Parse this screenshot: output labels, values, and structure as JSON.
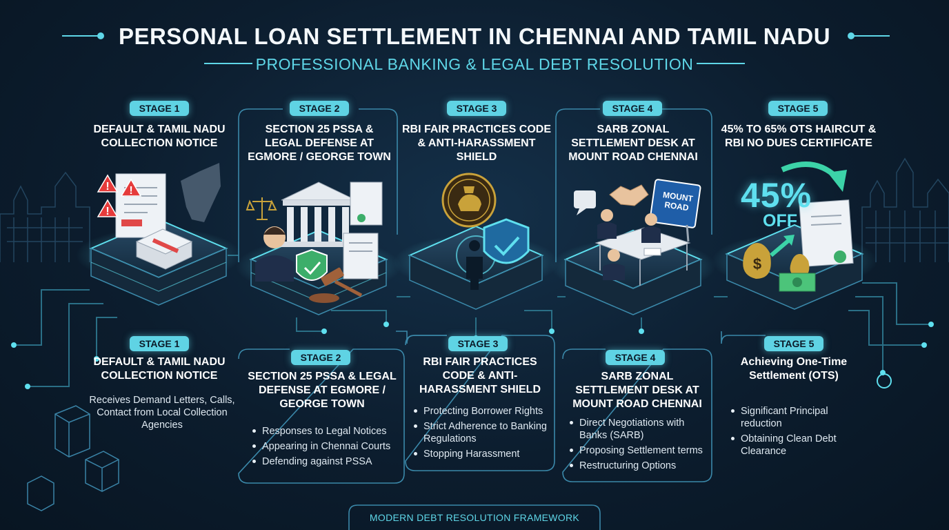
{
  "header": {
    "title": "PERSONAL LOAN SETTLEMENT IN CHENNAI AND TAMIL NADU",
    "subtitle": "PROFESSIONAL BANKING & LEGAL DEBT RESOLUTION"
  },
  "stages": [
    {
      "badge": "STAGE 1",
      "top_title": "DEFAULT & TAMIL NADU COLLECTION NOTICE",
      "bottom_title": "DEFAULT & TAMIL NADU COLLECTION NOTICE",
      "description": "Receives Demand Letters, Calls, Contact from Local Collection Agencies"
    },
    {
      "badge": "STAGE 2",
      "top_title": "SECTION 25 PSSA & LEGAL DEFENSE AT EGMORE / GEORGE TOWN",
      "bottom_title": "SECTION 25 PSSA & LEGAL DEFENSE AT EGMORE / GEORGE TOWN",
      "bullets": [
        "Responses to Legal Notices",
        "Appearing in Chennai Courts",
        "Defending against PSSA"
      ]
    },
    {
      "badge": "STAGE 3",
      "top_title": "RBI FAIR PRACTICES CODE & ANTI-HARASSMENT SHIELD",
      "bottom_title": "RBI FAIR PRACTICES CODE & ANTI-HARASSMENT SHIELD",
      "bullets": [
        "Protecting Borrower Rights",
        "Strict Adherence to Banking Regulations",
        "Stopping Harassment"
      ]
    },
    {
      "badge": "STAGE 4",
      "top_title": "SARB ZONAL SETTLEMENT DESK AT MOUNT ROAD CHENNAI",
      "bottom_title": "SARB ZONAL SETTLEMENT DESK AT MOUNT ROAD CHENNAI",
      "sign_text": "MOUNT ROAD",
      "bullets": [
        "Direct Negotiations with Banks (SARB)",
        "Proposing Settlement terms",
        "Restructuring Options"
      ]
    },
    {
      "badge": "STAGE 5",
      "top_title": "45% to 65% OTS HAIRCUT & RBI NO DUES CERTIFICATE",
      "bottom_title": "Achieving One-Time Settlement (OTS)",
      "graphic_percent": "45%",
      "graphic_off": "OFF",
      "bullets": [
        "Significant Principal reduction",
        "Obtaining Clean Debt Clearance"
      ]
    }
  ],
  "footer": {
    "label": "MODERN DEBT RESOLUTION FRAMEWORK"
  },
  "colors": {
    "accent": "#5fd3e4",
    "background": "#0c1d2e",
    "warning": "#e53b3b",
    "gold": "#c9a23a"
  },
  "icons": [
    "warning-icon",
    "document-icon",
    "tamil-nadu-map-icon",
    "cash-bundle-icon",
    "scales-icon",
    "courthouse-icon",
    "lawyer-icon",
    "shield-check-icon",
    "gavel-icon",
    "rbi-emblem-icon",
    "person-icon",
    "handshake-icon",
    "chat-icon",
    "meeting-table-icon",
    "road-sign-icon",
    "money-bag-icon",
    "certificate-icon",
    "arrow-icon"
  ]
}
